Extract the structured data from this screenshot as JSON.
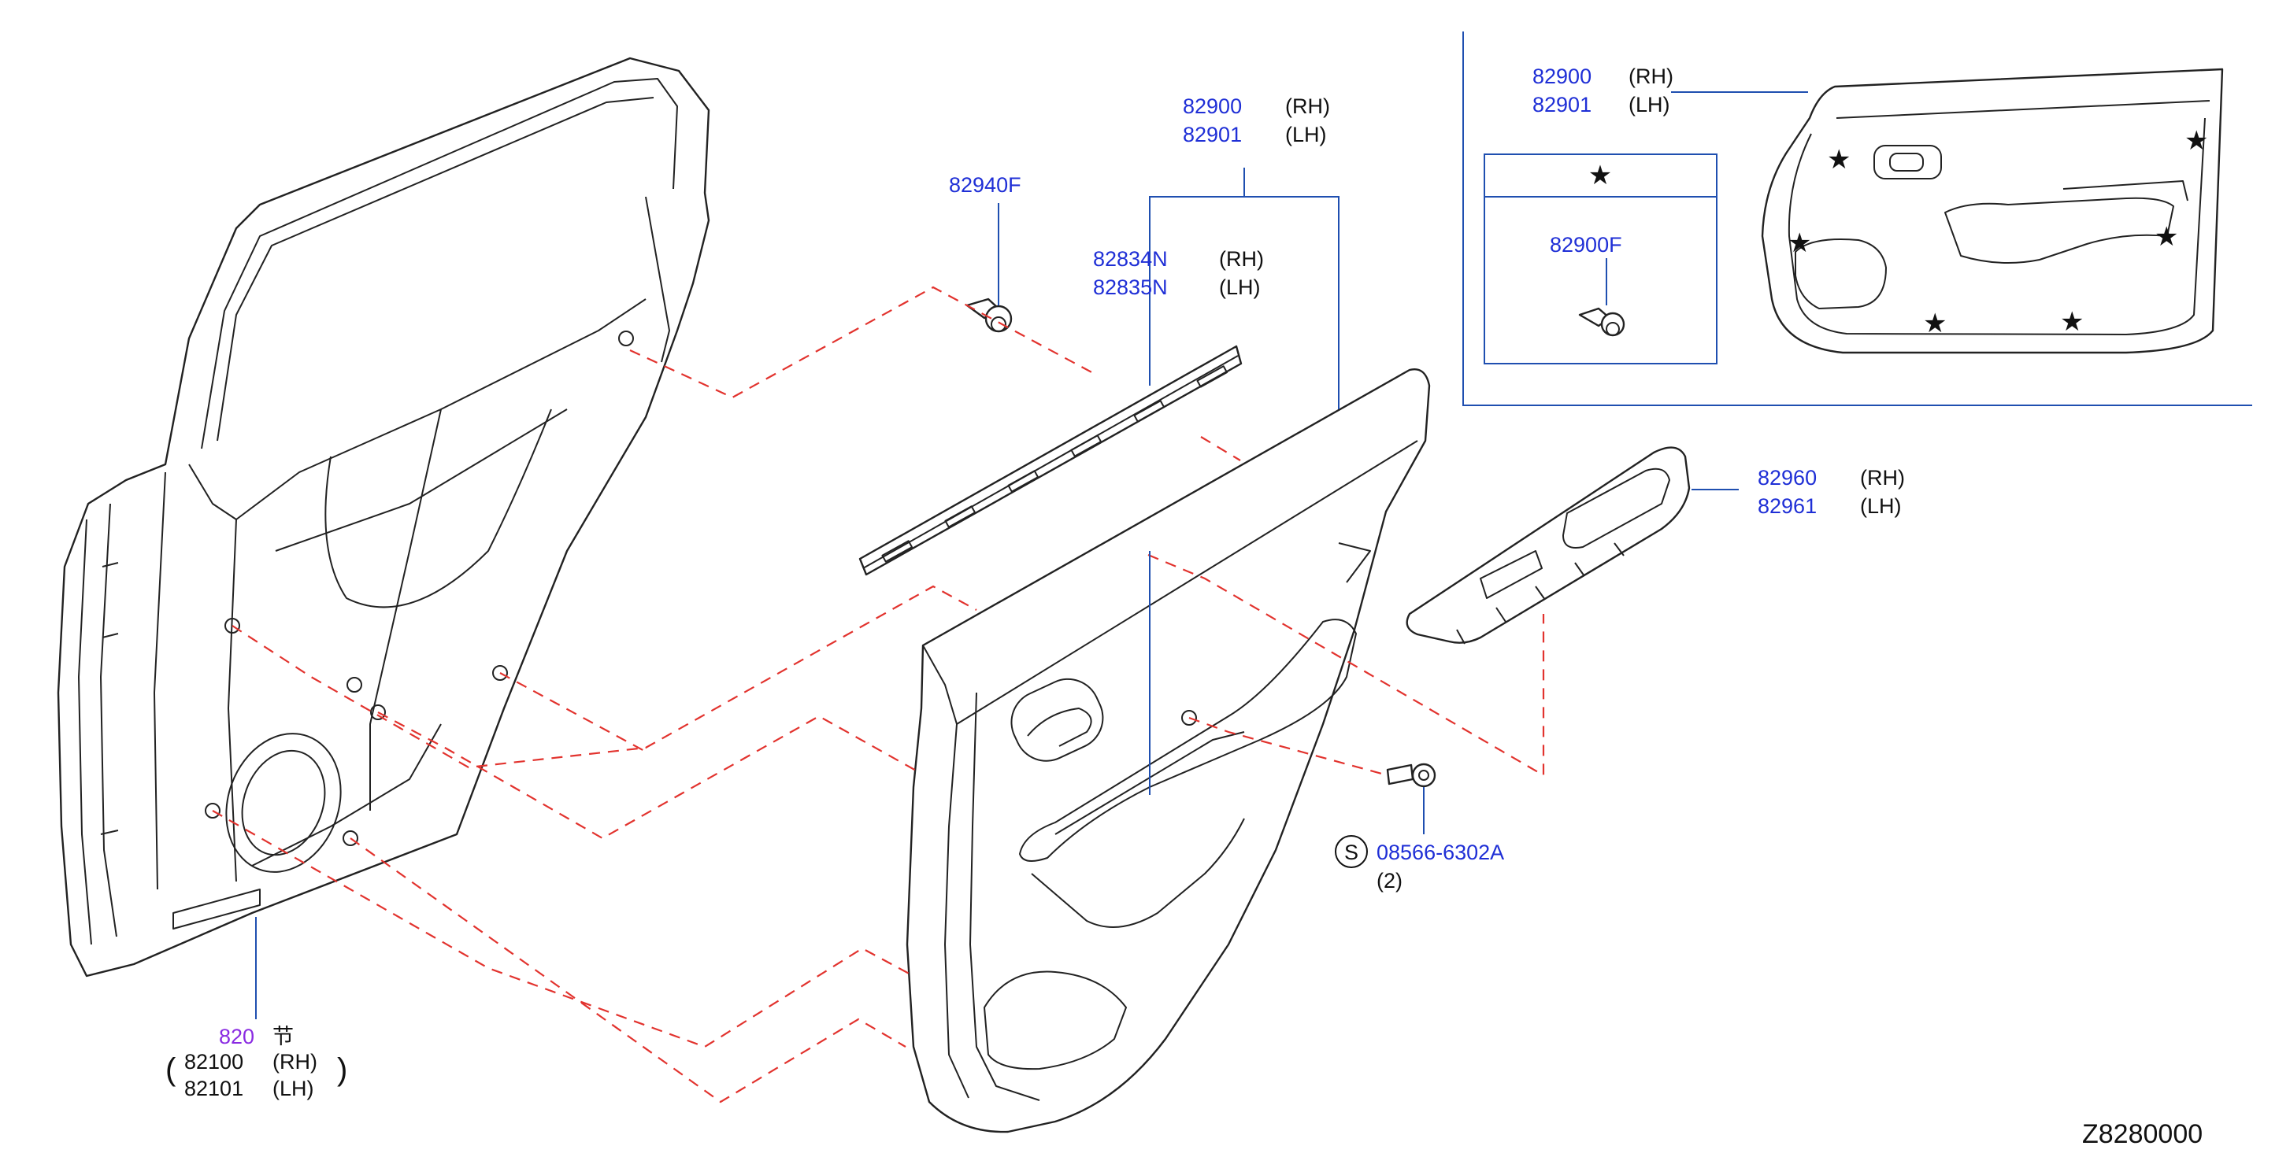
{
  "labels": {
    "p82940f": "82940F",
    "p82900": "82900",
    "p82901": "82901",
    "p82834n": "82834N",
    "p82835n": "82835N",
    "p82960": "82960",
    "p82961": "82961",
    "p08566": "08566-6302A",
    "qty_08566": "(2)",
    "s_mark": "S",
    "p820": "820",
    "p820_glyph": "节",
    "p82100": "82100",
    "p82101": "82101",
    "rh": "(RH)",
    "lh": "(LH)",
    "inset_82900": "82900",
    "inset_82901": "82901",
    "inset_82900f": "82900F",
    "star": "★",
    "ref_code": "Z8280000"
  },
  "colors": {
    "part_number": "#1f2fd6",
    "section_number": "#8a2be2",
    "dashed_guide": "#e2332e",
    "leader_line": "#1f4fb0"
  }
}
